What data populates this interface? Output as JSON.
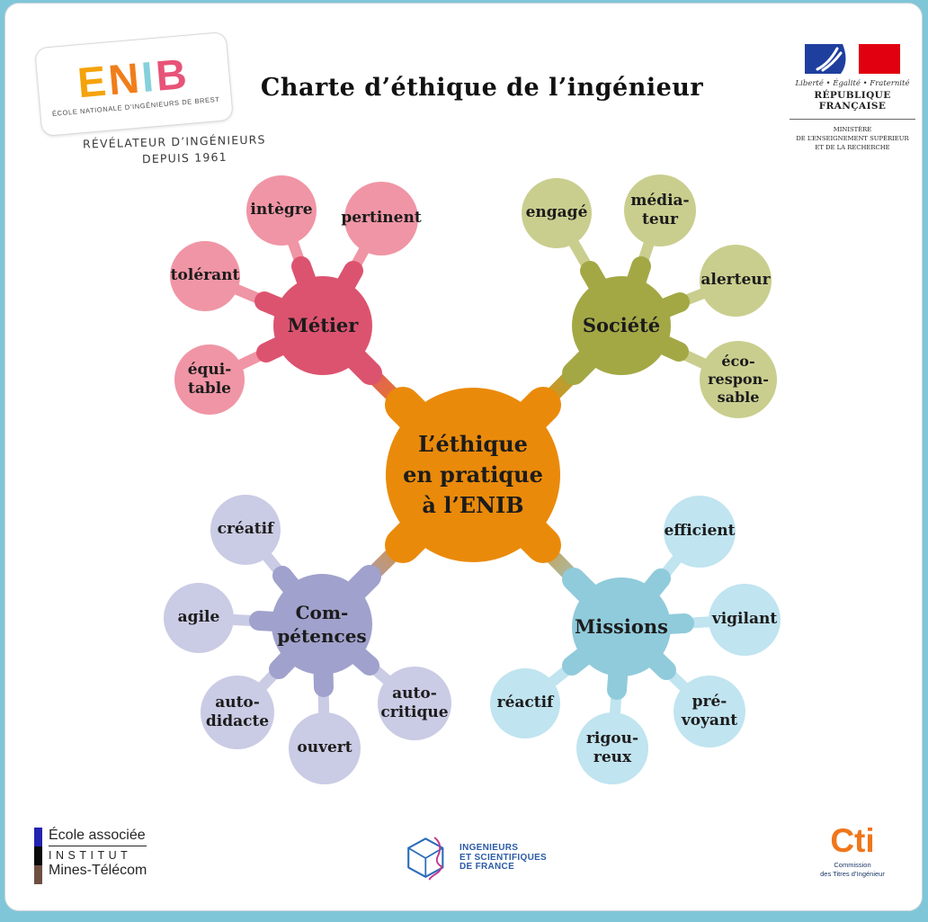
{
  "page": {
    "title": "Charte d’éthique de l’ingénieur",
    "frame_color": "#7fc6d8",
    "background_color": "#ffffff"
  },
  "logos": {
    "enib": {
      "letters": [
        "E",
        "N",
        "I",
        "B"
      ],
      "subtitle": "ÉCOLE NATIONALE D’INGÉNIEURS DE BREST",
      "tagline_line1": "RÉVÉLATEUR D’INGÉNIEURS",
      "tagline_line2": "DEPUIS 1961"
    },
    "republique": {
      "motto": "Liberté • Égalité • Fraternité",
      "name": "RÉPUBLIQUE FRANÇAISE",
      "ministry": "MINISTÈRE\nDE L’ENSEIGNEMENT SUPÉRIEUR\nET DE LA RECHERCHE"
    },
    "imt": {
      "line1": "École associée",
      "line2": "INSTITUT",
      "line3": "Mines-Télécom"
    },
    "iesf": {
      "line1": "INGENIEURS",
      "line2": "ET SCIENTIFIQUES",
      "line3": "DE FRANCE"
    },
    "cti": {
      "name": "Cti",
      "caption": "Commission\ndes Titres d’Ingénieur"
    }
  },
  "mindmap": {
    "center": {
      "label": "L’éthique\nen pratique\nà l’ENIB",
      "color": "#ea8a0a"
    },
    "branches": [
      {
        "label": "Métier",
        "color": "#dc536f",
        "child_color": "#f095a5",
        "children": [
          "intègre",
          "pertinent",
          "tolérant",
          "équi-\ntable"
        ]
      },
      {
        "label": "Société",
        "color": "#a3a845",
        "child_color": "#c9ce8e",
        "children": [
          "engagé",
          "média-\nteur",
          "alerteur",
          "éco-\nrespon-\nsable"
        ]
      },
      {
        "label": "Com-\npétences",
        "color": "#a0a1cc",
        "child_color": "#cacbe4",
        "children": [
          "créatif",
          "agile",
          "auto-\ndidacte",
          "ouvert",
          "auto-\ncritique"
        ]
      },
      {
        "label": "Missions",
        "color": "#90cbdb",
        "child_color": "#c0e4f0",
        "children": [
          "efficient",
          "vigilant",
          "réactif",
          "rigou-\nreux",
          "pré-\nvoyant"
        ]
      }
    ]
  }
}
